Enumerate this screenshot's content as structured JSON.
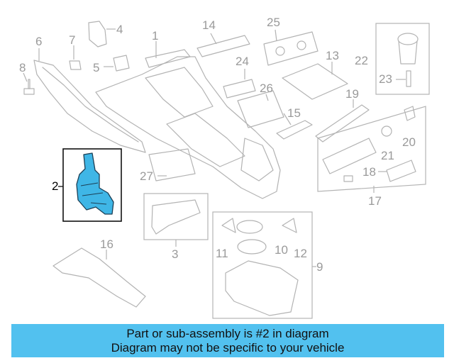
{
  "diagram": {
    "callouts": {
      "c1": "1",
      "c2": "2",
      "c3": "3",
      "c4": "4",
      "c5": "5",
      "c6": "6",
      "c7": "7",
      "c8": "8",
      "c9": "9",
      "c10": "10",
      "c11": "11",
      "c12": "12",
      "c13": "13",
      "c14": "14",
      "c15": "15",
      "c16": "16",
      "c17": "17",
      "c18": "18",
      "c19": "19",
      "c20": "20",
      "c21": "21",
      "c22": "22",
      "c23": "23",
      "c24": "24",
      "c25": "25",
      "c26": "26",
      "c27": "27"
    },
    "highlighted_part": "2",
    "colors": {
      "highlight_fill": "#3fb6e6",
      "highlight_stroke": "#1c3f55",
      "line_gray": "#b3b3b3",
      "caption_bg": "#52c1ef"
    }
  },
  "caption": {
    "line1": "Part or sub-assembly is #2 in diagram",
    "line2": "Diagram may not be specific to your vehicle"
  }
}
